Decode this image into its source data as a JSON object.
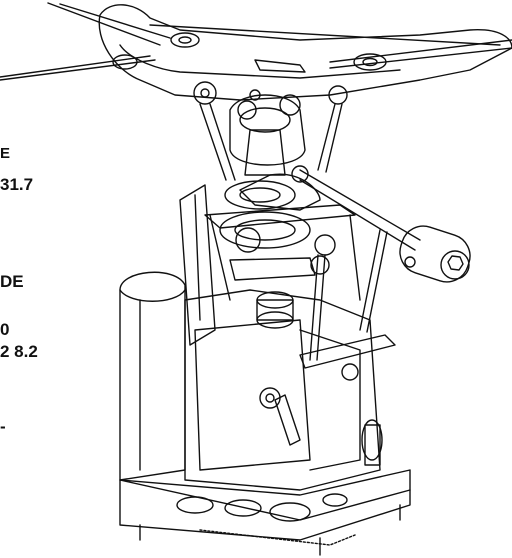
{
  "text_fragments": [
    {
      "id": "f1",
      "text": "E"
    },
    {
      "id": "f2",
      "text": "31.7"
    },
    {
      "id": "f3",
      "text": "DE"
    },
    {
      "id": "f4",
      "text": "0"
    },
    {
      "id": "f5",
      "text": "2 8.2"
    },
    {
      "id": "f6",
      "text": "-"
    }
  ],
  "colors": {
    "line": "#111111",
    "background": "#ffffff"
  }
}
